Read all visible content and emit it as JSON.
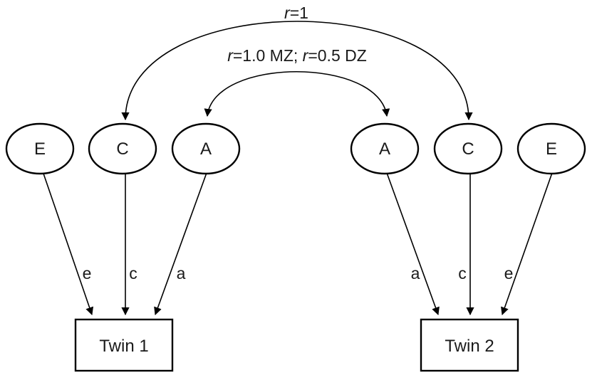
{
  "correlations": {
    "outer": {
      "var": "r",
      "text": "=1"
    },
    "inner": {
      "var1": "r",
      "text1": "=1.0 MZ; ",
      "var2": "r",
      "text2": "=0.5 DZ"
    }
  },
  "twin1": {
    "factors": [
      "E",
      "C",
      "A"
    ],
    "paths": [
      "e",
      "c",
      "a"
    ],
    "label": "Twin 1"
  },
  "twin2": {
    "factors": [
      "A",
      "C",
      "E"
    ],
    "paths": [
      "a",
      "c",
      "e"
    ],
    "label": "Twin 2"
  },
  "colors": {
    "stroke": "#000000",
    "background": "#ffffff"
  }
}
